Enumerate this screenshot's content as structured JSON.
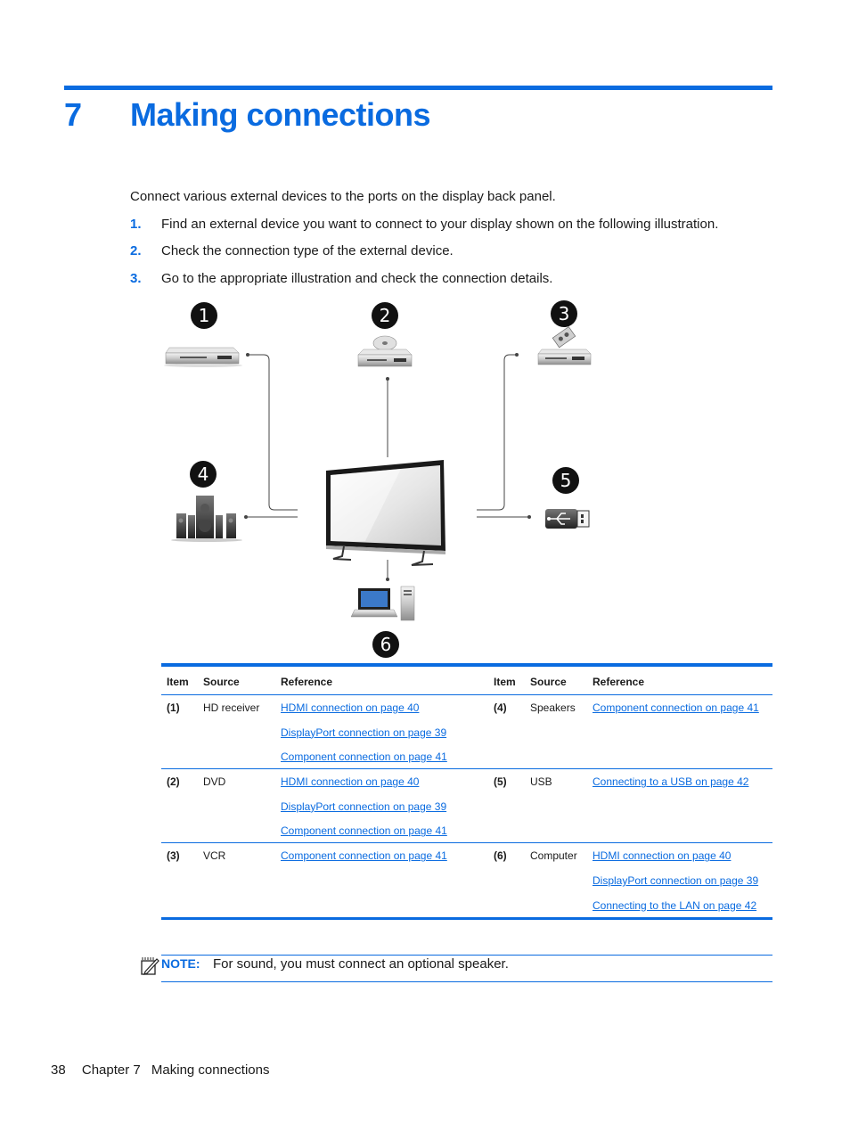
{
  "chapter": {
    "number": "7",
    "title": "Making connections"
  },
  "intro": "Connect various external devices to the ports on the display back panel.",
  "steps": [
    {
      "num": "1.",
      "text": "Find an external device you want to connect to your display shown on the following illustration."
    },
    {
      "num": "2.",
      "text": "Check the connection type of the external device."
    },
    {
      "num": "3.",
      "text": "Go to the appropriate illustration and check the connection details."
    }
  ],
  "diagram": {
    "callouts": [
      "1",
      "2",
      "3",
      "4",
      "5",
      "6"
    ],
    "devices": [
      "hd-receiver-icon",
      "dvd-icon",
      "vcr-icon",
      "speakers-icon",
      "usb-icon",
      "computer-icon",
      "display-icon"
    ]
  },
  "table": {
    "headers": [
      "Item",
      "Source",
      "Reference",
      "Item",
      "Source",
      "Reference"
    ],
    "rows": [
      {
        "left": {
          "item": "(1)",
          "source": "HD receiver",
          "refs": [
            "HDMI connection on page 40",
            "DisplayPort connection on page 39",
            "Component connection on page 41"
          ]
        },
        "right": {
          "item": "(4)",
          "source": "Speakers",
          "refs": [
            "Component connection on page 41"
          ]
        }
      },
      {
        "left": {
          "item": "(2)",
          "source": "DVD",
          "refs": [
            "HDMI connection on page 40",
            "DisplayPort connection on page 39",
            "Component connection on page 41"
          ]
        },
        "right": {
          "item": "(5)",
          "source": "USB",
          "refs": [
            "Connecting to a USB on page 42"
          ]
        }
      },
      {
        "left": {
          "item": "(3)",
          "source": "VCR",
          "refs": [
            "Component connection on page 41"
          ]
        },
        "right": {
          "item": "(6)",
          "source": "Computer",
          "refs": [
            "HDMI connection on page 40",
            "DisplayPort connection on page 39",
            "Connecting to the LAN on page 42"
          ]
        }
      }
    ]
  },
  "note": {
    "label": "NOTE:",
    "text": "For sound, you must connect an optional speaker."
  },
  "footer": {
    "page": "38",
    "chapter": "Chapter 7",
    "title": "Making connections"
  },
  "colors": {
    "accent": "#0a6be0"
  }
}
